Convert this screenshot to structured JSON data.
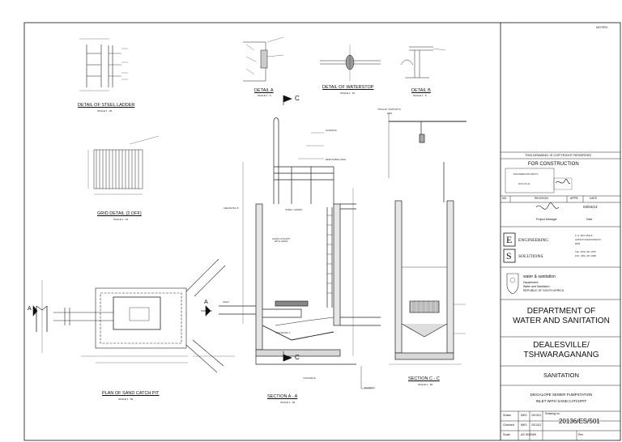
{
  "sheet": {
    "notes_heading": "NOTES:",
    "copyright": "THIS DRAWING IS COPYRIGHT RESERVED",
    "for_construction": "FOR CONSTRUCTION",
    "stamp_lines": [
      "ENGINEER PROJECTS",
      "2013-03-13"
    ],
    "revision_cols": {
      "no": "NO.",
      "revision": "REVISION",
      "appr": "APPR.",
      "date": "DATE"
    },
    "project_manager": "Project Manager",
    "date_label": "Date",
    "signature_date": "03/04/14"
  },
  "firm": {
    "name_line1": "ENGINEERING",
    "name_line2": "SOLUTIONS",
    "letter1": "E",
    "letter2": "S",
    "address": [
      "P. O. BOX 35418",
      "UPINGTON/NOORDWYK",
      "8008"
    ],
    "tel": "TEL: (051) 451 1878",
    "fax": "FAX: (051) 451 1988"
  },
  "client": {
    "logo_title": "water & sanitation",
    "logo_sub": [
      "Department:",
      "Water and Sanitation",
      "REPUBLIC OF SOUTH AFRICA"
    ],
    "dept_line1": "DEPARTMENT OF",
    "dept_line2": "WATER AND SANITATION",
    "place_line1": "DEALESVILLE/",
    "place_line2": "TSHWARAGANANG",
    "discipline": "SANITATION",
    "title_line1": "DIKGALOPE SEWER PUMPSTATION",
    "title_line2": "INLET WITH SAND CATCHPIT"
  },
  "titleblock": {
    "drawn_label": "Drawn",
    "checked_label": "Checked",
    "scale_label": "Scale",
    "drawn_by": "MKS",
    "checked_by": "MKS",
    "drawn_date": "2013/11",
    "checked_date": "2013/11",
    "scale_value": "AS SHOWN",
    "drawing_no_label": "Drawing no.",
    "drawing_no": "20136/ES/501",
    "rev_label": "Rev"
  },
  "details": {
    "steel_ladder": {
      "title": "DETAIL OF STEEL LADDER",
      "scale": "SCALE 1 : 20"
    },
    "grid": {
      "title": "GRID DETAIL (2 OFF)",
      "scale": "SCALE 1 : 10"
    },
    "plan": {
      "title": "PLAN OF SAND CATCH PIT",
      "scale": "SCALE 1 : 50"
    },
    "detail_a": {
      "title": "DETAIL A",
      "scale": "SCALE 1 : 5"
    },
    "waterstop": {
      "title": "DETAIL OF WATERSTOP",
      "scale": "SCALE 1 : 10"
    },
    "detail_b": {
      "title": "DETAIL B",
      "scale": "SCALE 1 : 5"
    },
    "section_aa": {
      "title": "SECTION A - A",
      "scale": "SCALE 1 : 20"
    },
    "section_cc": {
      "title": "SECTION C - C",
      "scale": "SCALE 1 : 20"
    }
  },
  "markers": {
    "a": "A",
    "c": "C"
  },
  "annotations": {
    "catchpit": "SAND CATCHPIT\nWITH GRIDS",
    "inlet": "INLET",
    "removable_grid": "REMOVABLE GRID",
    "steel_ladder": "STEEL LADDER",
    "handrail": "HANDRAIL",
    "trolley": "TROLLEY SUPPORTS",
    "see_detail_b": "SEE DETAIL B",
    "see_detail_a": "SEE DETAIL A",
    "blinding": "BLINDING",
    "concrete": "CONCRETE"
  }
}
